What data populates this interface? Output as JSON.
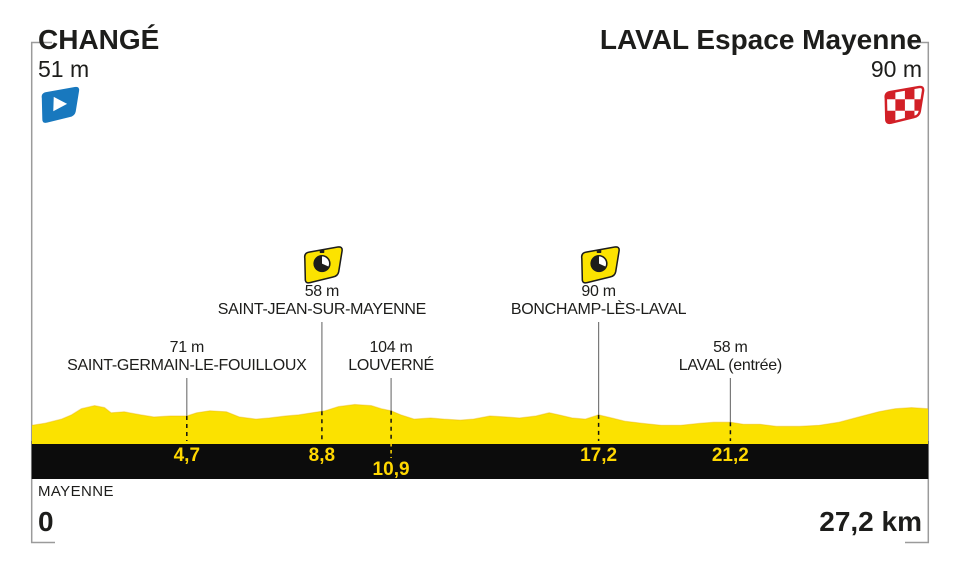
{
  "header": {
    "start_name": "CHANGÉ",
    "start_elevation": "51 m",
    "finish_name": "LAVAL Espace Mayenne",
    "finish_elevation": "90 m"
  },
  "footer": {
    "region": "MAYENNE",
    "start_km": "0",
    "total_distance": "27,2 km"
  },
  "waypoints": [
    {
      "name": "SAINT-GERMAIN-LE-FOUILLOUX",
      "elevation": "71 m",
      "km_label": "4,7",
      "km": 4.7,
      "timecheck": false,
      "label_row": 1
    },
    {
      "name": "SAINT-JEAN-SUR-MAYENNE",
      "elevation": "58 m",
      "km_label": "8,8",
      "km": 8.8,
      "timecheck": true,
      "label_row": 1
    },
    {
      "name": "LOUVERNÉ",
      "elevation": "104 m",
      "km_label": "10,9",
      "km": 10.9,
      "timecheck": false,
      "label_row": 2
    },
    {
      "name": "BONCHAMP-LÈS-LAVAL",
      "elevation": "90 m",
      "km_label": "17,2",
      "km": 17.2,
      "timecheck": true,
      "label_row": 1
    },
    {
      "name": "LAVAL (entrée)",
      "elevation": "58 m",
      "km_label": "21,2",
      "km": 21.2,
      "timecheck": false,
      "label_row": 1
    }
  ],
  "icons": {
    "start": "start-flag-blue",
    "finish": "finish-flag-checkered",
    "timecheck": "stopwatch-flag-yellow"
  },
  "colors": {
    "profile_yellow": "#FBE200",
    "profile_edge": "#E9B50B",
    "bar_black": "#0C0C0C",
    "km_number_yellow": "#FFD700",
    "flag_blue": "#1878BE",
    "checker_red": "#D22027",
    "text_black": "#1D1D1B",
    "frame_gray": "#9B9B9B",
    "marker_line_gray": "#7A7A7A"
  },
  "chart_data": {
    "type": "area",
    "x_unit": "km",
    "y_unit": "m",
    "x_range": [
      0,
      27.2
    ],
    "grid": false,
    "legend": false,
    "start": {
      "name": "CHANGÉ",
      "km": 0,
      "elevation_m": 51
    },
    "finish": {
      "name": "LAVAL Espace Mayenne",
      "km": 27.2,
      "elevation_m": 90
    },
    "waypoints": [
      {
        "km": 4.7,
        "elevation_m": 71,
        "name": "SAINT-GERMAIN-LE-FOUILLOUX",
        "timecheck": false
      },
      {
        "km": 8.8,
        "elevation_m": 58,
        "name": "SAINT-JEAN-SUR-MAYENNE",
        "timecheck": true
      },
      {
        "km": 10.9,
        "elevation_m": 104,
        "name": "LOUVERNÉ",
        "timecheck": false
      },
      {
        "km": 17.2,
        "elevation_m": 90,
        "name": "BONCHAMP-LÈS-LAVAL",
        "timecheck": true
      },
      {
        "km": 21.2,
        "elevation_m": 58,
        "name": "LAVAL (entrée)",
        "timecheck": false
      }
    ],
    "profile_estimated_km_m": [
      [
        0,
        54
      ],
      [
        0.4,
        58
      ],
      [
        0.9,
        66
      ],
      [
        1.2,
        74
      ],
      [
        1.5,
        86
      ],
      [
        1.9,
        92
      ],
      [
        2.2,
        88
      ],
      [
        2.4,
        78
      ],
      [
        2.8,
        80
      ],
      [
        3.3,
        74
      ],
      [
        3.7,
        70
      ],
      [
        4.2,
        72
      ],
      [
        4.7,
        72
      ],
      [
        5,
        78
      ],
      [
        5.4,
        82
      ],
      [
        5.9,
        80
      ],
      [
        6.3,
        70
      ],
      [
        6.8,
        66
      ],
      [
        7.2,
        68
      ],
      [
        7.7,
        72
      ],
      [
        8.1,
        74
      ],
      [
        8.5,
        78
      ],
      [
        8.9,
        82
      ],
      [
        9.3,
        90
      ],
      [
        9.8,
        94
      ],
      [
        10.3,
        92
      ],
      [
        10.6,
        86
      ],
      [
        10.9,
        82
      ],
      [
        11.2,
        74
      ],
      [
        11.6,
        66
      ],
      [
        12.1,
        68
      ],
      [
        12.5,
        66
      ],
      [
        13,
        64
      ],
      [
        13.4,
        66
      ],
      [
        13.9,
        72
      ],
      [
        14.4,
        70
      ],
      [
        14.8,
        68
      ],
      [
        15.3,
        72
      ],
      [
        15.7,
        78
      ],
      [
        16,
        74
      ],
      [
        16.4,
        68
      ],
      [
        16.8,
        66
      ],
      [
        17.2,
        74
      ],
      [
        17.6,
        68
      ],
      [
        18,
        62
      ],
      [
        18.5,
        58
      ],
      [
        19.1,
        54
      ],
      [
        19.7,
        54
      ],
      [
        20.3,
        58
      ],
      [
        20.7,
        60
      ],
      [
        21.2,
        60
      ],
      [
        21.6,
        56
      ],
      [
        22.1,
        56
      ],
      [
        22.6,
        52
      ],
      [
        23.3,
        52
      ],
      [
        23.9,
        54
      ],
      [
        24.5,
        60
      ],
      [
        25.1,
        70
      ],
      [
        25.7,
        80
      ],
      [
        26.2,
        86
      ],
      [
        26.7,
        88
      ],
      [
        27.2,
        86
      ]
    ]
  }
}
